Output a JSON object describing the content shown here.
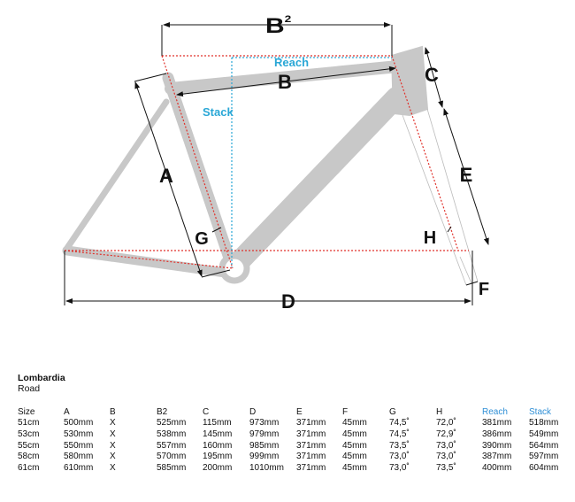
{
  "diagram": {
    "labels": {
      "a": "A",
      "b": "B",
      "b2": "B",
      "b2_sup": "2",
      "c": "C",
      "d": "D",
      "e": "E",
      "f": "F",
      "g": "G",
      "h": "H",
      "reach": "Reach",
      "stack": "Stack"
    },
    "colors": {
      "frame": "#c8c8c8",
      "dotted_red": "#e0302a",
      "dotted_blue": "#2aa7d6",
      "accent_header": "#2f8fd6"
    }
  },
  "model": {
    "name": "Lombardia",
    "category": "Road"
  },
  "table": {
    "headers": [
      "Size",
      "A",
      "B",
      "B2",
      "C",
      "D",
      "E",
      "F",
      "G",
      "H",
      "Reach",
      "Stack"
    ],
    "rows": [
      [
        "51cm",
        "500mm",
        "X",
        "525mm",
        "115mm",
        "973mm",
        "371mm",
        "45mm",
        "74,5˚",
        "72,0˚",
        "381mm",
        "518mm"
      ],
      [
        "53cm",
        "530mm",
        "X",
        "538mm",
        "145mm",
        "979mm",
        "371mm",
        "45mm",
        "74,5˚",
        "72,9˚",
        "386mm",
        "549mm"
      ],
      [
        "55cm",
        "550mm",
        "X",
        "557mm",
        "160mm",
        "985mm",
        "371mm",
        "45mm",
        "73,5˚",
        "73,0˚",
        "390mm",
        "564mm"
      ],
      [
        "58cm",
        "580mm",
        "X",
        "570mm",
        "195mm",
        "999mm",
        "371mm",
        "45mm",
        "73,0˚",
        "73,0˚",
        "387mm",
        "597mm"
      ],
      [
        "61cm",
        "610mm",
        "X",
        "585mm",
        "200mm",
        "1010mm",
        "371mm",
        "45mm",
        "73,0˚",
        "73,5˚",
        "400mm",
        "604mm"
      ]
    ]
  }
}
